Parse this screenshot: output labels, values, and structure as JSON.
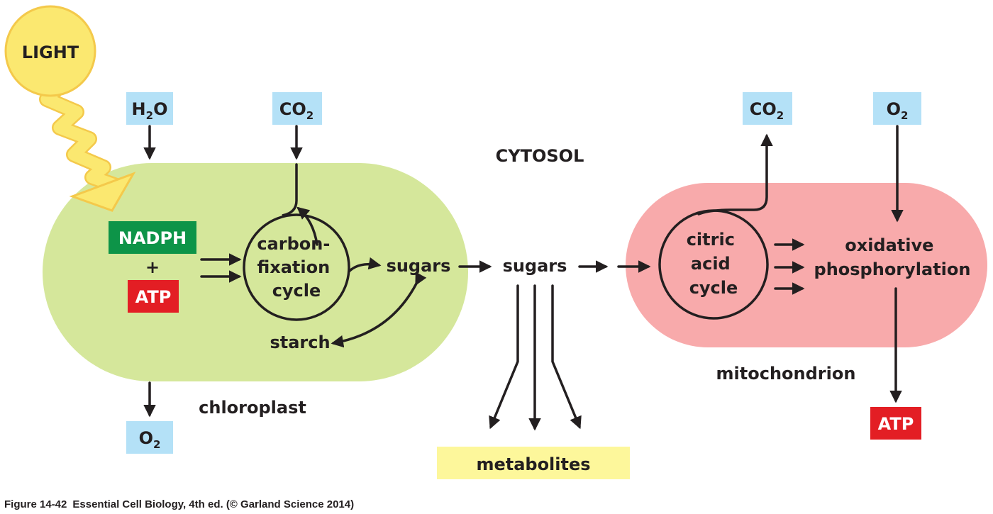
{
  "light": {
    "label": "LIGHT"
  },
  "cytosol": {
    "label": "CYTOSOL"
  },
  "chloroplast": {
    "label": "chloroplast",
    "input_h2o": {
      "main": "H",
      "sub": "2",
      "rest": "O"
    },
    "input_co2": {
      "main": "CO",
      "sub": "2"
    },
    "output_o2": {
      "main": "O",
      "sub": "2"
    },
    "nadph": "NADPH",
    "plus": "+",
    "atp": "ATP",
    "cycle": [
      "carbon-",
      "fixation",
      "cycle"
    ],
    "sugars": "sugars",
    "starch": "starch"
  },
  "cytosol_sugars": "sugars",
  "metabolites": "metabolites",
  "mitochondrion": {
    "label": "mitochondrion",
    "output_co2": {
      "main": "CO",
      "sub": "2"
    },
    "input_o2": {
      "main": "O",
      "sub": "2"
    },
    "cycle": [
      "citric",
      "acid",
      "cycle"
    ],
    "oxphos": [
      "oxidative",
      "phosphorylation"
    ],
    "atp": "ATP"
  },
  "caption": {
    "figure": "Figure 14-42",
    "text": "Essential Cell Biology, 4th ed. (© Garland Science 2014)"
  },
  "colors": {
    "chloroplast": "#d5e79b",
    "mitochondrion": "#f8aaab",
    "molecule_box": "#b4e1f7",
    "nadph_box": "#0d9448",
    "atp_box": "#e31e24",
    "metabolites_box": "#fdf79b",
    "sun": "#fbe870",
    "sun_outline": "#f4c94b"
  }
}
